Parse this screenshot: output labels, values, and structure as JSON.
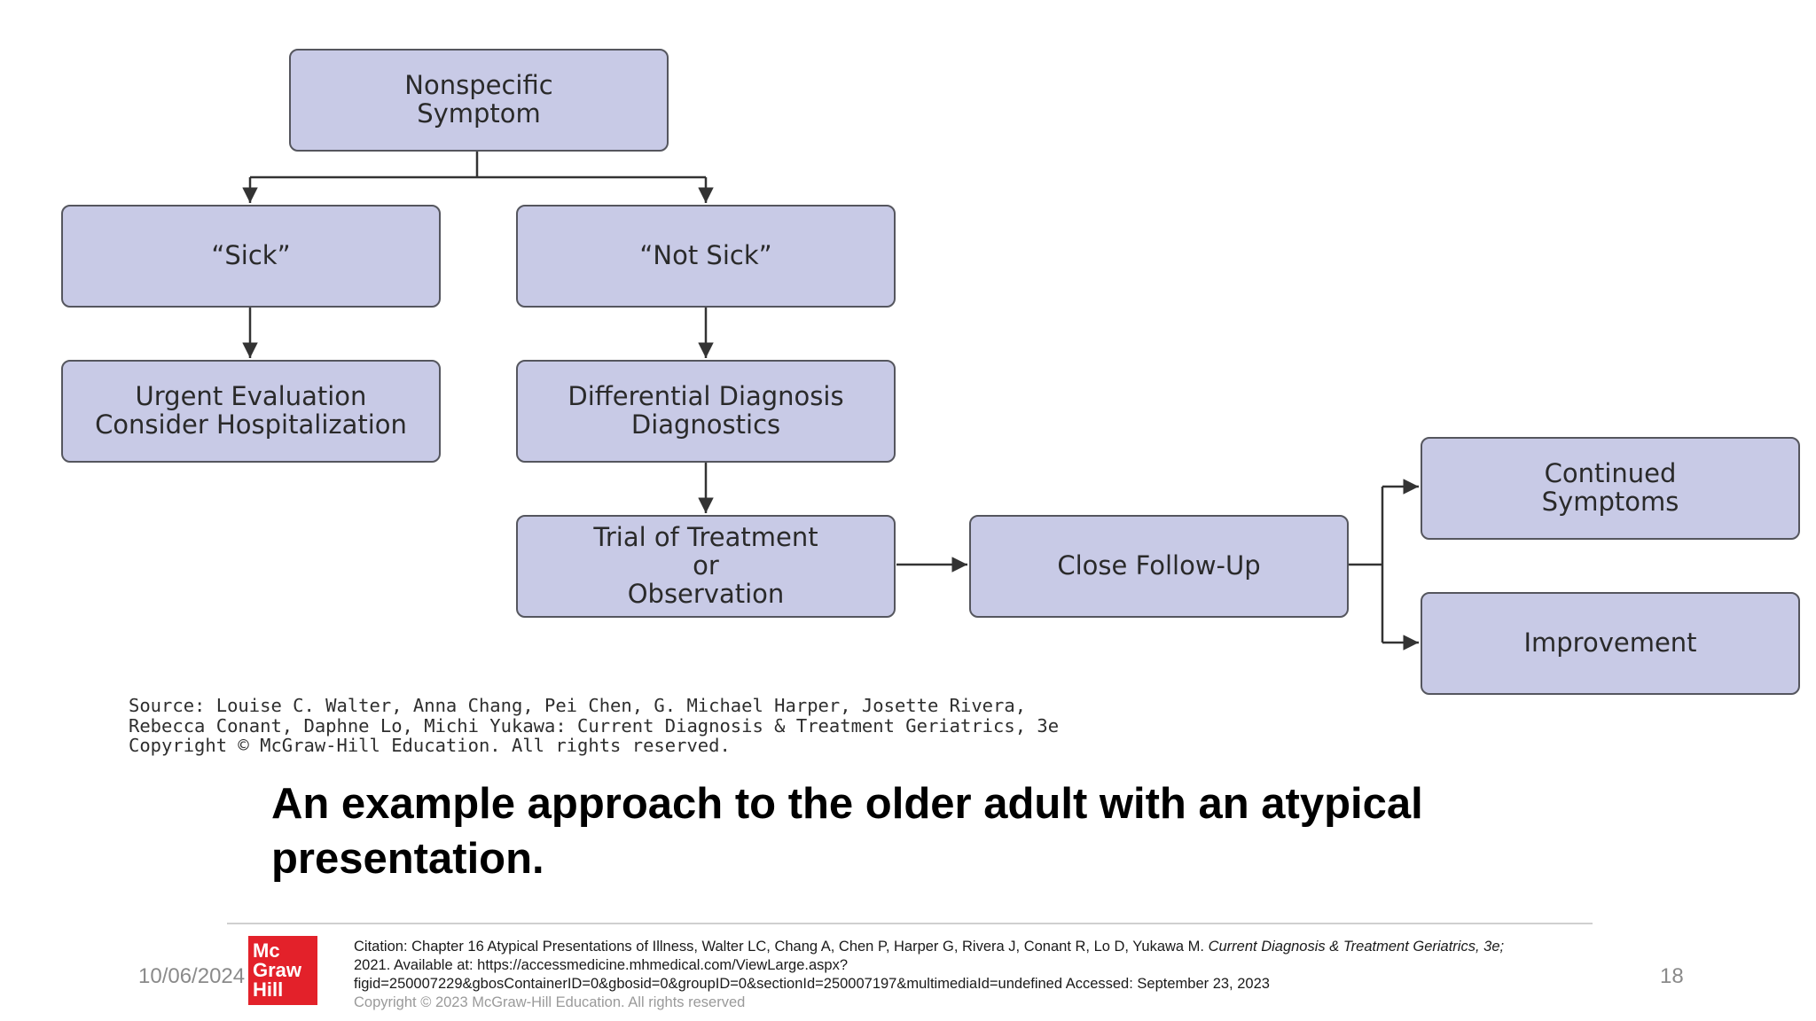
{
  "flowchart": {
    "nodes": {
      "nonspecific": "Nonspecific\nSymptom",
      "sick": "“Sick”",
      "not_sick": "“Not Sick”",
      "urgent": "Urgent Evaluation\nConsider Hospitalization",
      "differential": "Differential Diagnosis\nDiagnostics",
      "trial": "Trial of Treatment\nor\nObservation",
      "follow_up": "Close Follow-Up",
      "continued": "Continued\nSymptoms",
      "improvement": "Improvement"
    },
    "source_lines": [
      "Source: Louise C. Walter, Anna Chang, Pei Chen, G. Michael Harper, Josette Rivera,",
      "Rebecca Conant, Daphne Lo, Michi Yukawa: Current Diagnosis & Treatment Geriatrics, 3e",
      "Copyright © McGraw-Hill Education. All rights reserved."
    ]
  },
  "caption": "An example approach to the older adult with an atypical presentation.",
  "footer": {
    "date": "10/06/2024",
    "page_number": "18",
    "logo_lines": [
      "Mc",
      "Graw",
      "Hill"
    ],
    "citation_plain": "Citation: Chapter 16 Atypical Presentations of Illness, Walter LC, Chang A, Chen P, Harper G, Rivera J, Conant R, Lo D, Yukawa M.",
    "citation_italic": "Current Diagnosis & Treatment Geriatrics, 3e;",
    "citation_line2": "2021. Available at: https://accessmedicine.mhmedical.com/ViewLarge.aspx?",
    "citation_line3": "figid=250007229&gbosContainerID=0&gbosid=0&groupID=0&sectionId=250007197&multimediaId=undefined Accessed: September 23, 2023",
    "copyright": "Copyright © 2023 McGraw-Hill Education. All rights reserved"
  },
  "colors": {
    "node_fill": "#c8cae6",
    "node_border": "#55565e",
    "logo_red": "#e3212a"
  }
}
